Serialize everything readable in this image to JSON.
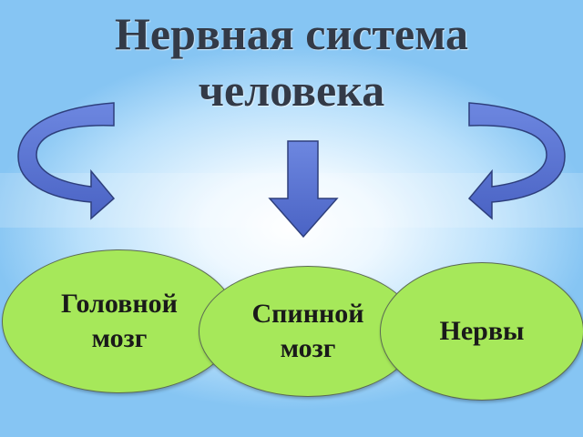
{
  "title": {
    "line1": "Нервная система",
    "line2": "человека"
  },
  "nodes": {
    "brain": "Головной\nмозг",
    "spinal": "Спинной\nмозг",
    "nerves": "Нервы"
  },
  "colors": {
    "node_fill": "#a6e85a",
    "arrow_fill": "#5a76d4",
    "title_text": "#333a47",
    "background": "#86c5f3"
  }
}
